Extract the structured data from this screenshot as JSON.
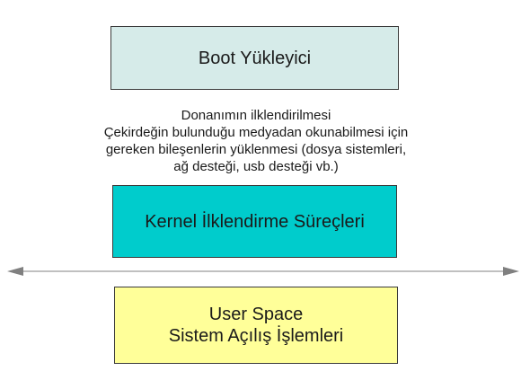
{
  "colors": {
    "boot_fill": "#d6ebe9",
    "kernel_fill": "#00cccc",
    "user_fill": "#ffff99",
    "border": "#3b3b3b",
    "arrow": "#808080"
  },
  "boot_box": {
    "label": "Boot Yükleyici"
  },
  "description": {
    "lines": [
      "Donanımın ilklendirilmesi",
      "Çekirdeğin bulunduğu medyadan okunabilmesi için",
      "gereken bileşenlerin yüklenmesi (dosya sistemleri,",
      "ağ desteği, usb desteği vb.)"
    ]
  },
  "kernel_box": {
    "label": "Kernel İlklendirme Süreçleri"
  },
  "user_box": {
    "lines": [
      "User Space",
      "Sistem Açılış İşlemleri"
    ]
  },
  "divider": {
    "type": "double-headed-arrow",
    "icon": "double-arrow-icon"
  }
}
